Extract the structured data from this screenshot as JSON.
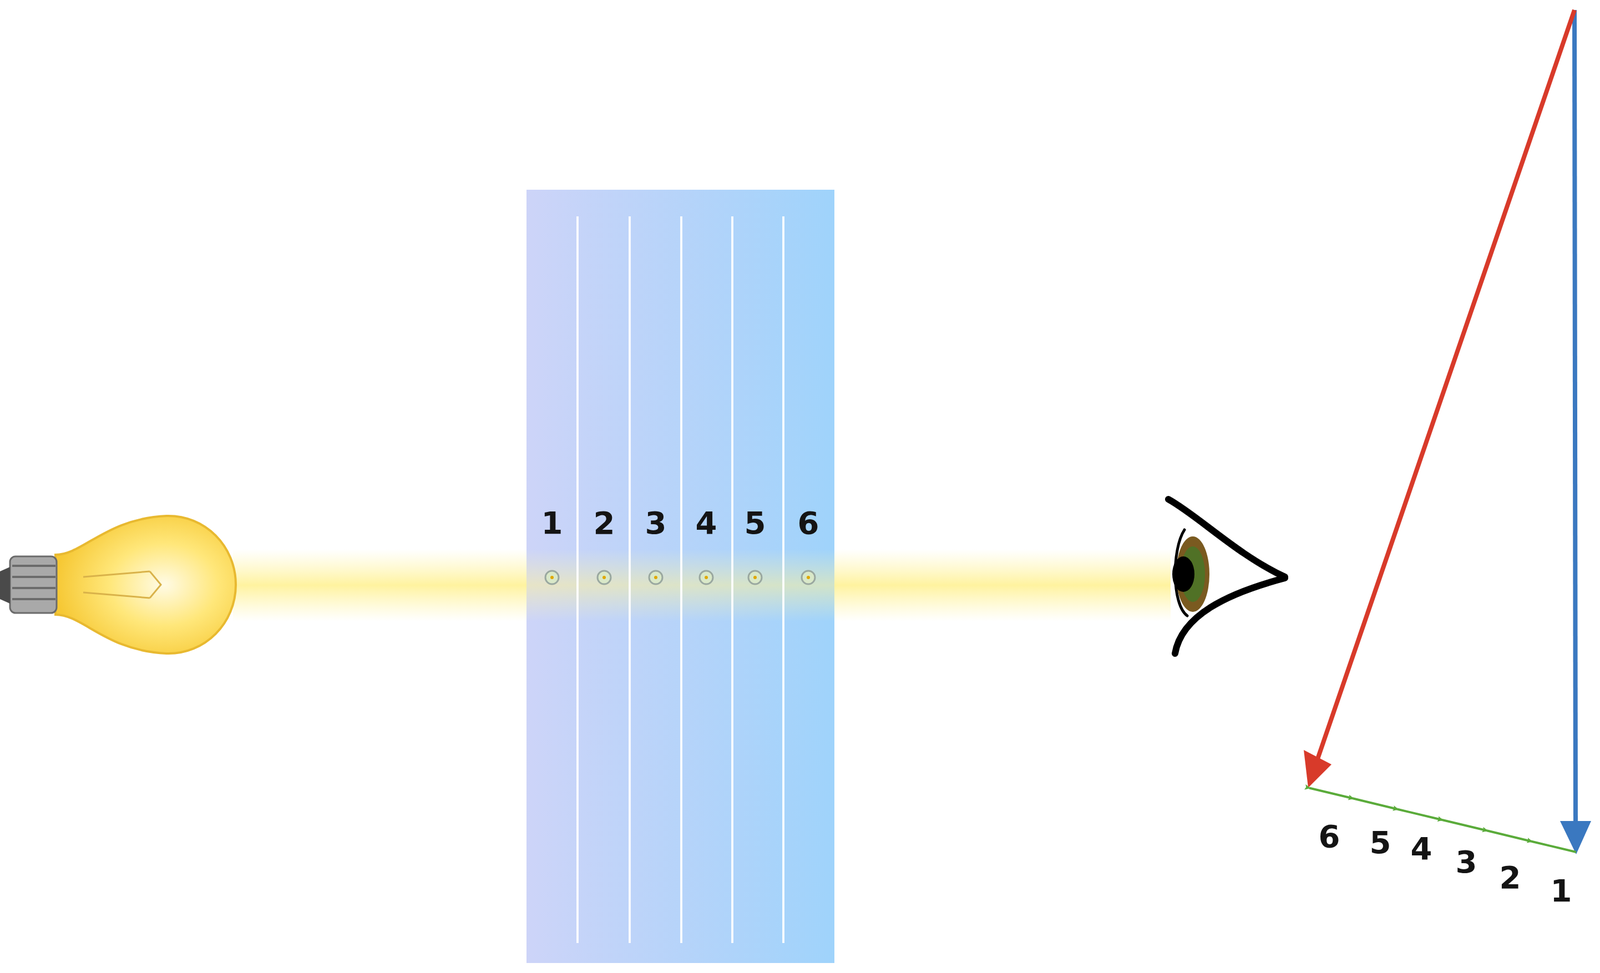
{
  "diagram": {
    "labels": [
      "1",
      "2",
      "3",
      "4",
      "5",
      "6",
      "6",
      "5",
      "4",
      "3",
      "2",
      "1"
    ]
  }
}
